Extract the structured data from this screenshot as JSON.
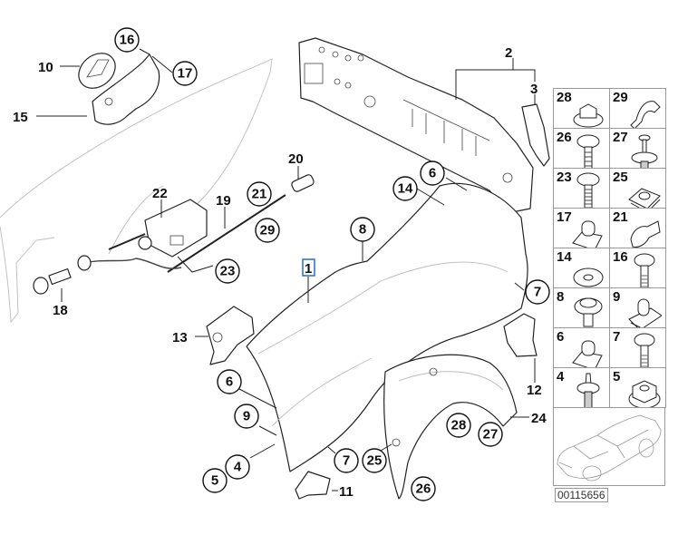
{
  "diagram": {
    "title": "Front side panel / fender exploded parts diagram",
    "catalog_number": "00115656",
    "highlighted_part": "1",
    "highlight_color": "#1e6fd9",
    "callouts_plain": [
      {
        "id": "2",
        "label": "2"
      },
      {
        "id": "3",
        "label": "3"
      },
      {
        "id": "10",
        "label": "10"
      },
      {
        "id": "11",
        "label": "11"
      },
      {
        "id": "12",
        "label": "12"
      },
      {
        "id": "13",
        "label": "13"
      },
      {
        "id": "15",
        "label": "15"
      },
      {
        "id": "18",
        "label": "18"
      },
      {
        "id": "19",
        "label": "19"
      },
      {
        "id": "20",
        "label": "20"
      },
      {
        "id": "22",
        "label": "22"
      },
      {
        "id": "24",
        "label": "24"
      }
    ],
    "callouts_circled": [
      {
        "id": "16",
        "label": "16"
      },
      {
        "id": "17",
        "label": "17"
      },
      {
        "id": "21",
        "label": "21"
      },
      {
        "id": "29",
        "label": "29"
      },
      {
        "id": "23",
        "label": "23"
      },
      {
        "id": "6a",
        "label": "6"
      },
      {
        "id": "14",
        "label": "14"
      },
      {
        "id": "8",
        "label": "8"
      },
      {
        "id": "7a",
        "label": "7"
      },
      {
        "id": "6b",
        "label": "6"
      },
      {
        "id": "9",
        "label": "9"
      },
      {
        "id": "4",
        "label": "4"
      },
      {
        "id": "5",
        "label": "5"
      },
      {
        "id": "7b",
        "label": "7"
      },
      {
        "id": "25",
        "label": "25"
      },
      {
        "id": "26",
        "label": "26"
      },
      {
        "id": "28",
        "label": "28"
      },
      {
        "id": "27",
        "label": "27"
      }
    ],
    "main_part_label": "1"
  },
  "parts_grid": [
    {
      "num": "28",
      "icon": "flange-nut-cap"
    },
    {
      "num": "29",
      "icon": "cable-clip"
    },
    {
      "num": "26",
      "icon": "torx-screw"
    },
    {
      "num": "27",
      "icon": "expanding-rivet"
    },
    {
      "num": "23",
      "icon": "self-tapping-screw"
    },
    {
      "num": "25",
      "icon": "spring-nut"
    },
    {
      "num": "17",
      "icon": "clip-nut"
    },
    {
      "num": "21",
      "icon": "retaining-clip"
    },
    {
      "num": "14",
      "icon": "washer"
    },
    {
      "num": "16",
      "icon": "hex-bolt"
    },
    {
      "num": "8",
      "icon": "collar-screw"
    },
    {
      "num": "9",
      "icon": "clip-nut-angled"
    },
    {
      "num": "6",
      "icon": "clip-nut"
    },
    {
      "num": "7",
      "icon": "hex-bolt"
    },
    {
      "num": "4",
      "icon": "stud-bolt"
    },
    {
      "num": "5",
      "icon": "hex-nut"
    }
  ],
  "car_thumbnail": {
    "icon": "sedan-car-outline"
  }
}
